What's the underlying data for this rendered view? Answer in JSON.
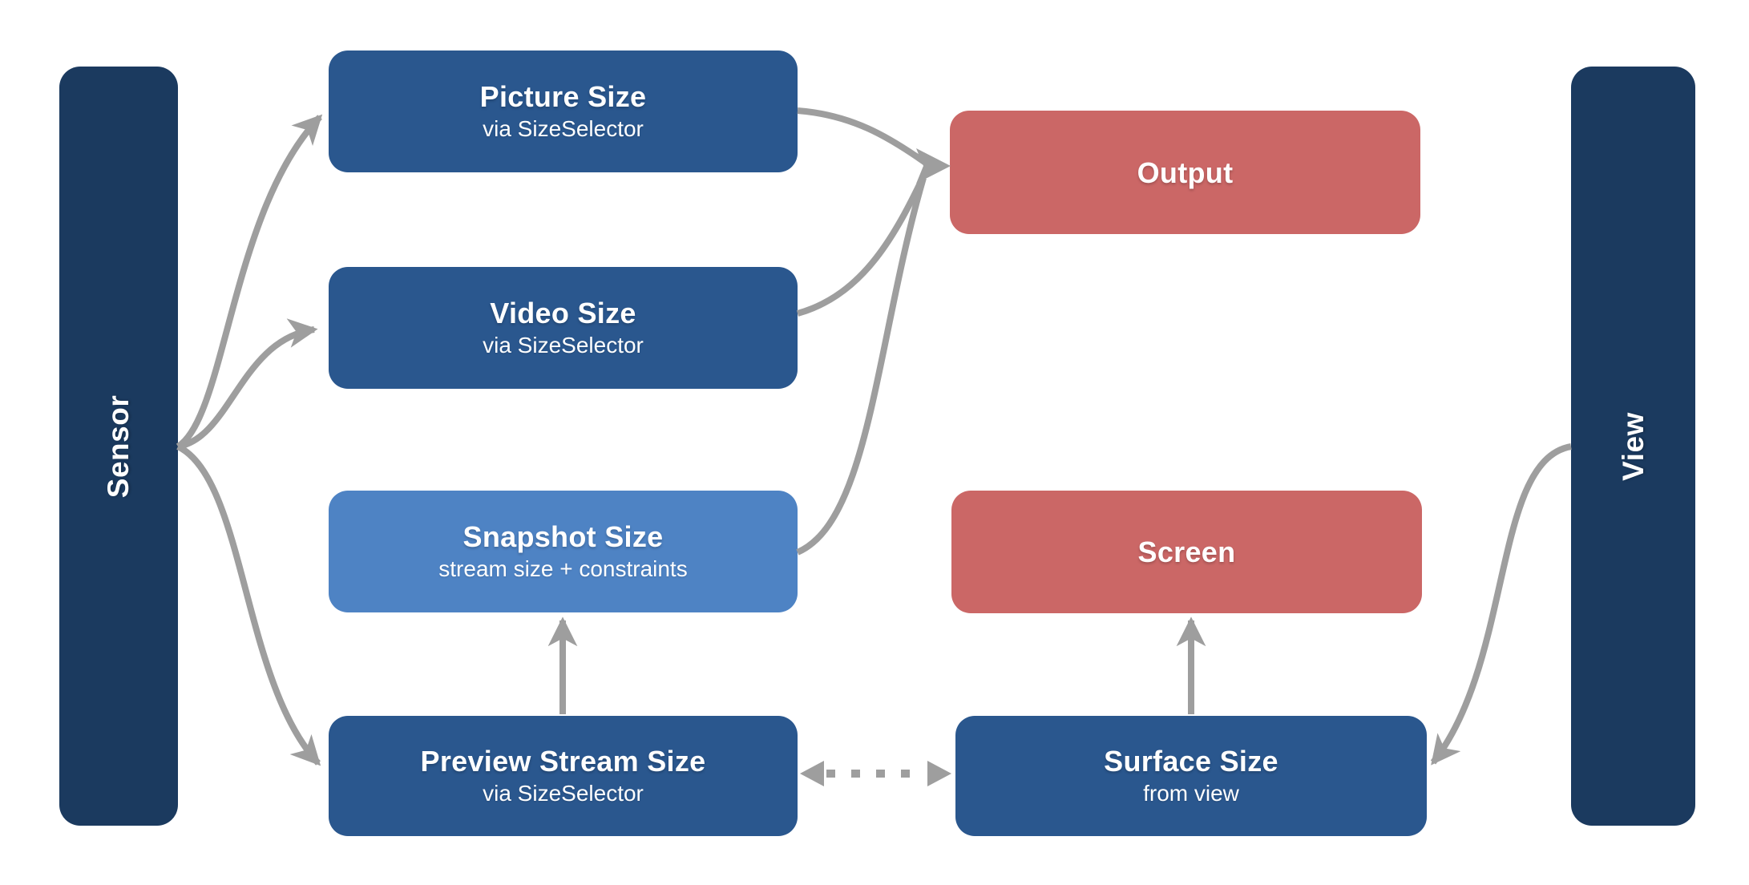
{
  "colors": {
    "navy": "#1b3a5f",
    "blue": "#2a578e",
    "lightblue": "#4e83c4",
    "red": "#cb6766",
    "arrow": "#9e9e9e",
    "bg": "#ffffff",
    "text": "#ffffff"
  },
  "lanes": {
    "sensor": {
      "label": "Sensor"
    },
    "view": {
      "label": "View"
    }
  },
  "nodes": {
    "picture": {
      "title": "Picture Size",
      "subtitle": "via SizeSelector"
    },
    "video": {
      "title": "Video Size",
      "subtitle": "via SizeSelector"
    },
    "snapshot": {
      "title": "Snapshot Size",
      "subtitle": "stream size + constraints"
    },
    "preview": {
      "title": "Preview Stream Size",
      "subtitle": "via SizeSelector"
    },
    "output": {
      "title": "Output"
    },
    "screen": {
      "title": "Screen"
    },
    "surface": {
      "title": "Surface Size",
      "subtitle": "from view"
    }
  },
  "edges": [
    {
      "from": "Sensor",
      "to": "Picture Size",
      "style": "solid-curve",
      "arrow": "end"
    },
    {
      "from": "Sensor",
      "to": "Video Size",
      "style": "solid-curve",
      "arrow": "end"
    },
    {
      "from": "Sensor",
      "to": "Preview Stream Size",
      "style": "solid-curve",
      "arrow": "end"
    },
    {
      "from": "Picture Size",
      "to": "Output",
      "style": "solid-curve",
      "arrow": "end"
    },
    {
      "from": "Video Size",
      "to": "Output",
      "style": "solid-curve",
      "arrow": "end"
    },
    {
      "from": "Snapshot Size",
      "to": "Output",
      "style": "solid-curve",
      "arrow": "end"
    },
    {
      "from": "Preview Stream Size",
      "to": "Snapshot Size",
      "style": "solid-straight",
      "arrow": "end"
    },
    {
      "from": "Preview Stream Size",
      "to": "Surface Size",
      "style": "dotted",
      "arrow": "both"
    },
    {
      "from": "Surface Size",
      "to": "Screen",
      "style": "solid-straight",
      "arrow": "end"
    },
    {
      "from": "View",
      "to": "Surface Size",
      "style": "solid-curve",
      "arrow": "end"
    }
  ]
}
